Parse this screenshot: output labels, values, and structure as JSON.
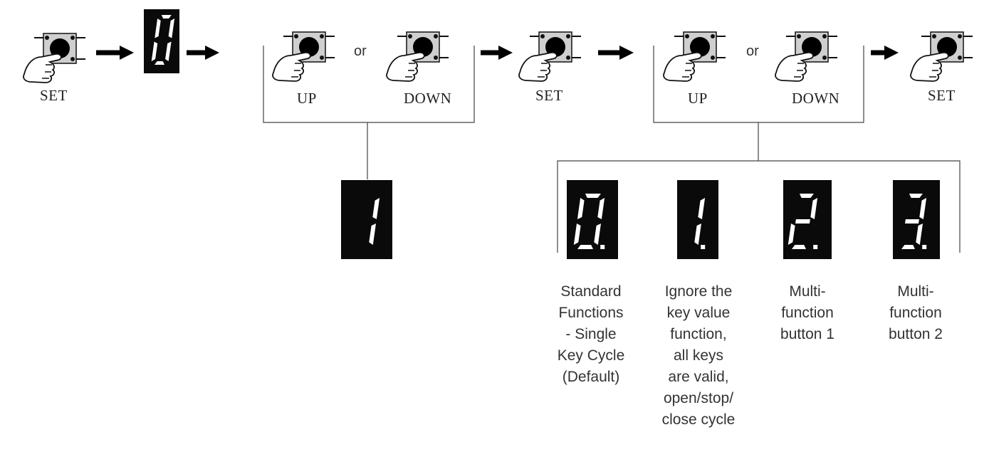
{
  "flow": {
    "step1_label": "SET",
    "display_start_digit": "0",
    "group1": {
      "up_label": "UP",
      "or_label": "or",
      "down_label": "DOWN"
    },
    "step3_label": "SET",
    "group2": {
      "up_label": "UP",
      "or_label": "or",
      "down_label": "DOWN"
    },
    "step5_label": "SET",
    "branch1_digit": "1"
  },
  "options": [
    {
      "digit": "0.",
      "description": [
        "Standard",
        "Functions",
        "- Single",
        "Key Cycle",
        "(Default)"
      ]
    },
    {
      "digit": "1.",
      "description": [
        "Ignore the",
        "key value",
        "function,",
        "all keys",
        "are valid,",
        "open/stop/",
        "close cycle"
      ]
    },
    {
      "digit": "2.",
      "description": [
        "Multi-",
        "function",
        "button 1"
      ]
    },
    {
      "digit": "3.",
      "description": [
        "Multi-",
        "function",
        "button 2"
      ]
    }
  ],
  "colors": {
    "display_bg": "#0a0a0a",
    "segment": "#ffffff",
    "button_body": "#cfcfcf",
    "line": "#333333"
  }
}
